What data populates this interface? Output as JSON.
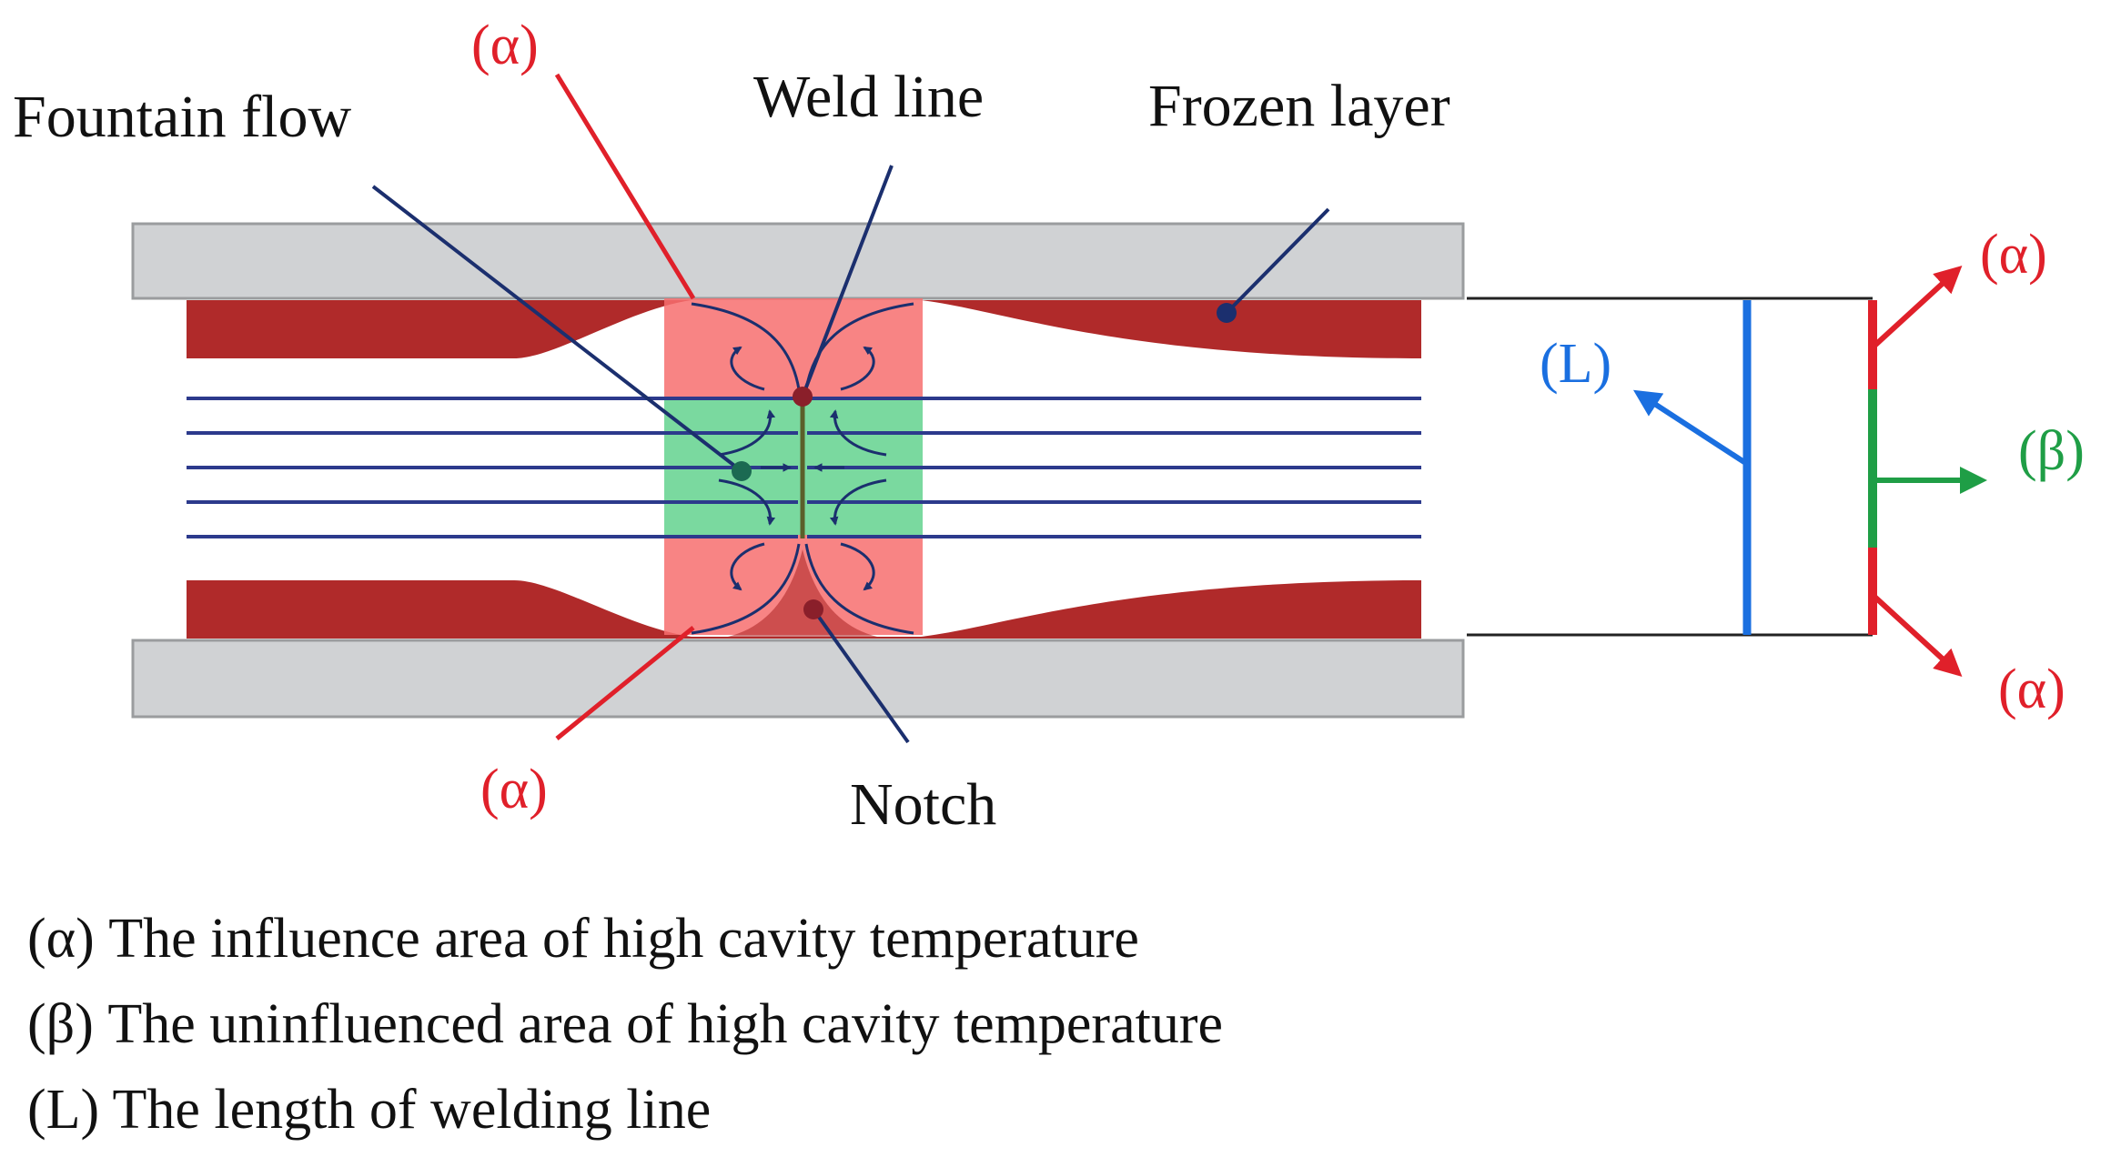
{
  "labels": {
    "fountain_flow": "Fountain flow",
    "weld_line": "Weld line",
    "frozen_layer": "Frozen layer",
    "notch": "Notch",
    "alpha_top": "(α)",
    "alpha_bottom": "(α)",
    "right_alpha_top": "(α)",
    "right_beta": "(β)",
    "right_alpha_bottom": "(α)",
    "right_L": "(L)"
  },
  "legend": [
    "(α) The influence area of high cavity temperature",
    "(β) The uninfluenced area of high cavity temperature",
    "(L) The length of welding line"
  ],
  "colors": {
    "mold_wall": "#d0d2d4",
    "frozen_layer": "#b02a2a",
    "influence_area": "#f76f6f",
    "uninfluenced_area": "#63d28e",
    "flow_line": "#2c3a8c",
    "leader_red": "#e0202a",
    "leader_navy": "#1b2f6e",
    "length_blue": "#1a6fe0",
    "beta_green": "#1f9e46"
  }
}
